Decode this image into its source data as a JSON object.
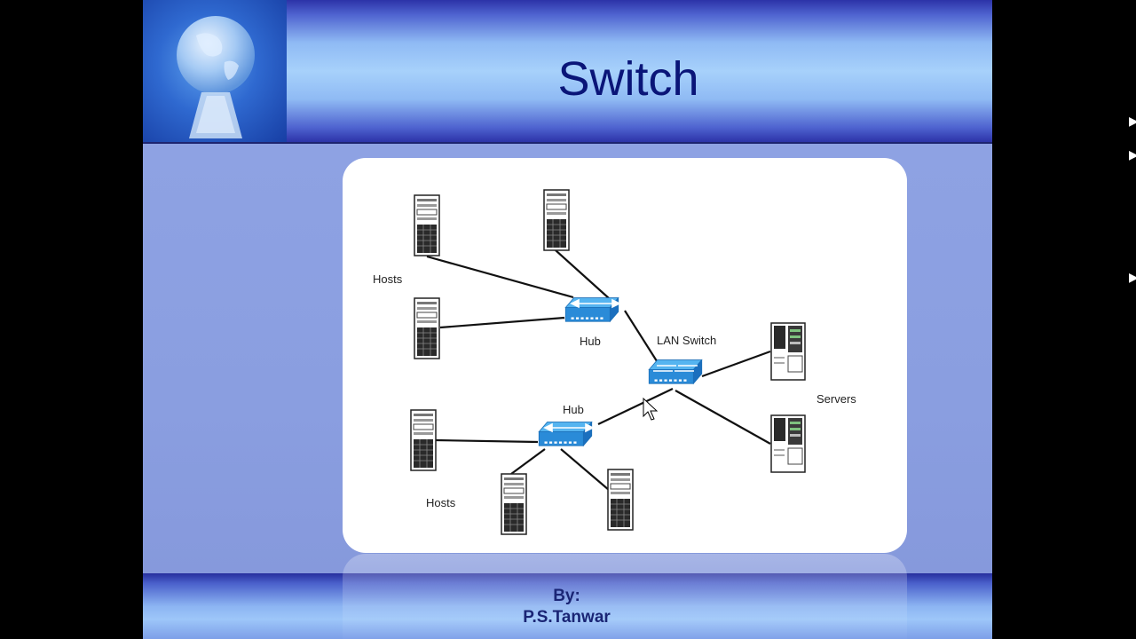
{
  "slide": {
    "title": "Switch",
    "author_by": "By:",
    "author_name": "P.S.Tanwar"
  },
  "diagram": {
    "labels": {
      "hosts_top": "Hosts",
      "hub_top": "Hub",
      "lan_switch": "LAN  Switch",
      "hub_bottom": "Hub",
      "servers": "Servers",
      "hosts_bottom": "Hosts"
    }
  },
  "colors": {
    "title": "#0a1578",
    "device_blue": "#2a8bd8",
    "background": "#8a9fe0"
  }
}
